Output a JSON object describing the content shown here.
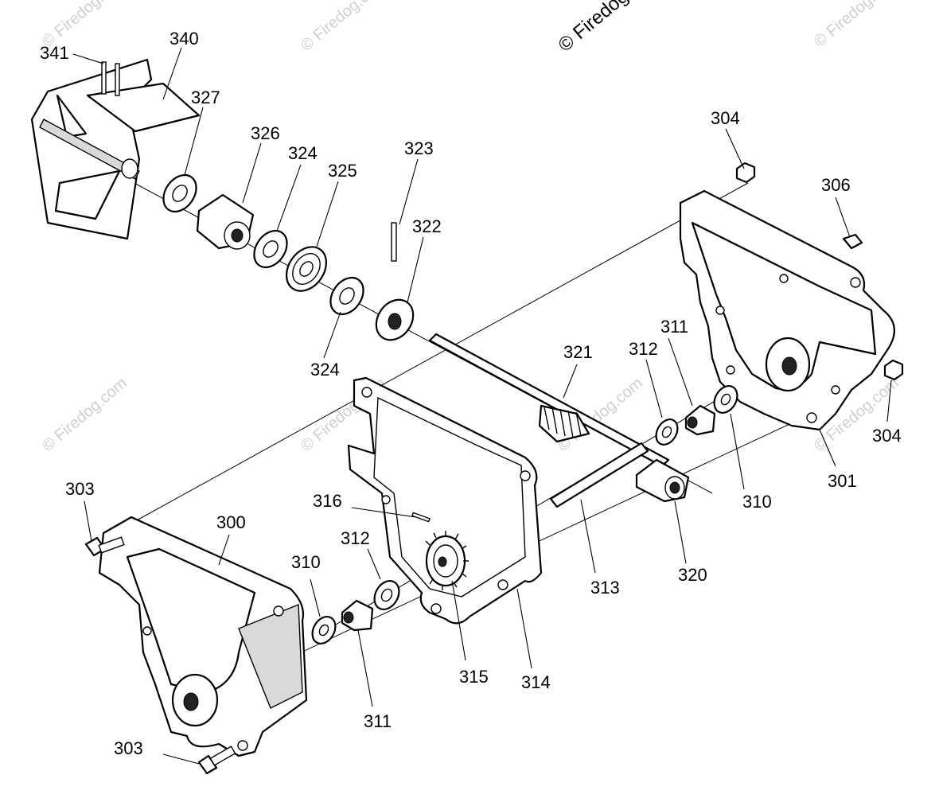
{
  "copyright": "© Firedog",
  "watermark": "© Firedog.com",
  "labels": {
    "p300": "300",
    "p301": "301",
    "p303a": "303",
    "p303b": "303",
    "p304a": "304",
    "p304b": "304",
    "p306": "306",
    "p310a": "310",
    "p310b": "310",
    "p311a": "311",
    "p311b": "311",
    "p312a": "312",
    "p312b": "312",
    "p313": "313",
    "p314": "314",
    "p315": "315",
    "p316": "316",
    "p320": "320",
    "p321": "321",
    "p322": "322",
    "p323": "323",
    "p324a": "324",
    "p324b": "324",
    "p325": "325",
    "p326": "326",
    "p327": "327",
    "p340": "340",
    "p341": "341"
  }
}
